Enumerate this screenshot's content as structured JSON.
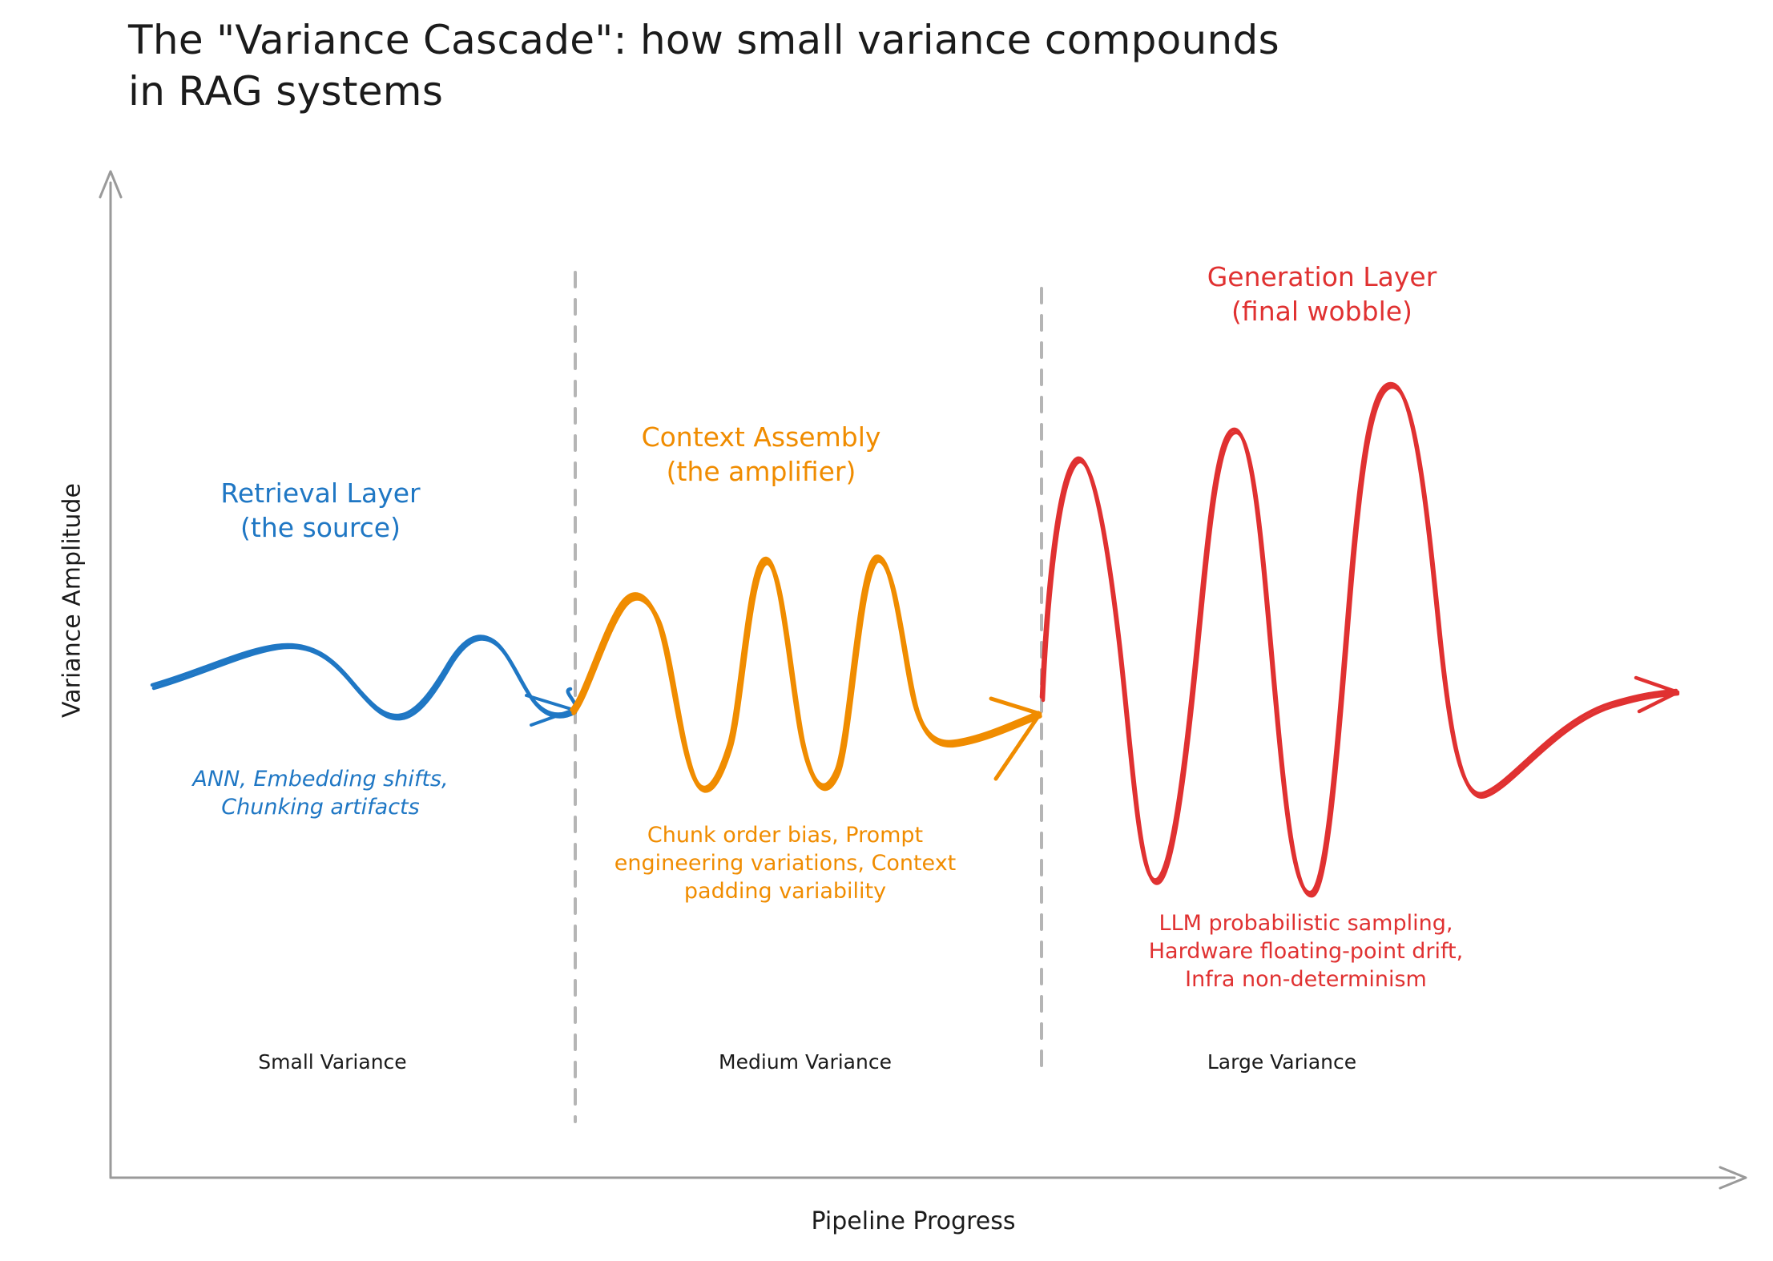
{
  "title": "The \"Variance Cascade\": how small variance compounds\nin RAG systems",
  "axes": {
    "x_label": "Pipeline Progress",
    "y_label": "Variance Amplitude",
    "axis_color": "#9a9a9a"
  },
  "stages": [
    {
      "key": "retrieval",
      "title": "Retrieval Layer\n(the source)",
      "note": "ANN, Embedding shifts,\nChunking artifacts",
      "variance_tick": "Small Variance",
      "color": "#1f77c4"
    },
    {
      "key": "context",
      "title": "Context Assembly\n(the amplifier)",
      "note": "Chunk order bias, Prompt\nengineering variations, Context\npadding variability",
      "variance_tick": "Medium Variance",
      "color": "#f08c00"
    },
    {
      "key": "generation",
      "title": "Generation Layer\n(final wobble)",
      "note": "LLM probabilistic sampling,\nHardware floating-point drift,\nInfra non-determinism",
      "variance_tick": "Large Variance",
      "color": "#e03131"
    }
  ],
  "divider": {
    "color": "#b5b5b5",
    "style": "dashed"
  },
  "chart_data": {
    "type": "line",
    "title": "The \"Variance Cascade\": how small variance compounds in RAG systems",
    "xlabel": "Pipeline Progress",
    "ylabel": "Variance Amplitude",
    "grid": false,
    "legend": "none",
    "annotations": [
      "Retrieval Layer (the source)",
      "Context Assembly (the amplifier)",
      "Generation Layer (final wobble)",
      "Small Variance",
      "Medium Variance",
      "Large Variance"
    ],
    "series": [
      {
        "name": "Retrieval Layer",
        "color": "#1f77c4",
        "amplitude_label": "Small Variance",
        "peaks": 3,
        "peak_amplitude": 45,
        "baseline_y": 855,
        "x_range": [
          190,
          710
        ]
      },
      {
        "name": "Context Assembly",
        "color": "#f08c00",
        "amplitude_label": "Medium Variance",
        "peaks": 3,
        "peak_amplitude": 160,
        "baseline_y": 860,
        "x_range": [
          715,
          1300
        ]
      },
      {
        "name": "Generation Layer",
        "color": "#e03131",
        "amplitude_label": "Large Variance",
        "peaks": 3,
        "peak_amplitude": 380,
        "baseline_y": 870,
        "x_range": [
          1300,
          2080
        ]
      }
    ]
  }
}
